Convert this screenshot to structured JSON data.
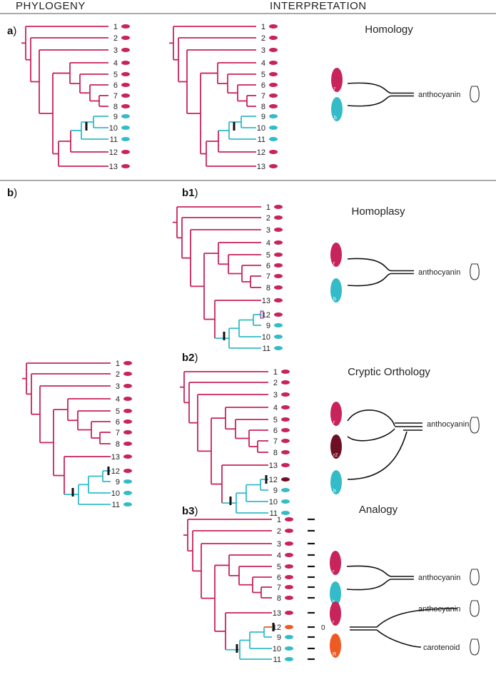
{
  "headers": {
    "left": "PHYLOGENY",
    "right": "INTERPRETATION"
  },
  "panels": {
    "a": {
      "label": "a",
      "title": "Homology"
    },
    "b": {
      "label": "b"
    },
    "b1": {
      "label": "b1",
      "title": "Homoplasy"
    },
    "b2": {
      "label": "b2",
      "title": "Cryptic Orthology"
    },
    "b3": {
      "label": "b3",
      "title": "Analogy"
    }
  },
  "pigments": {
    "anthocyanin": "anthocyanin",
    "carotenoid": "carotenoid"
  },
  "cell_labels": {
    "r": "r",
    "b": "b",
    "r2": "r2",
    "R": "R"
  },
  "zero": "0",
  "taxa_a": [
    "1",
    "2",
    "3",
    "4",
    "5",
    "6",
    "7",
    "8",
    "9",
    "10",
    "11",
    "12",
    "13"
  ],
  "taxa_b": [
    "1",
    "2",
    "3",
    "4",
    "5",
    "6",
    "7",
    "8",
    "13",
    "12",
    "9",
    "10",
    "11"
  ],
  "colors": {
    "magenta": "#c8235a",
    "cyan": "#33bcc8",
    "dark_red": "#6e1024",
    "orange": "#ee5a24",
    "black": "#111111"
  }
}
